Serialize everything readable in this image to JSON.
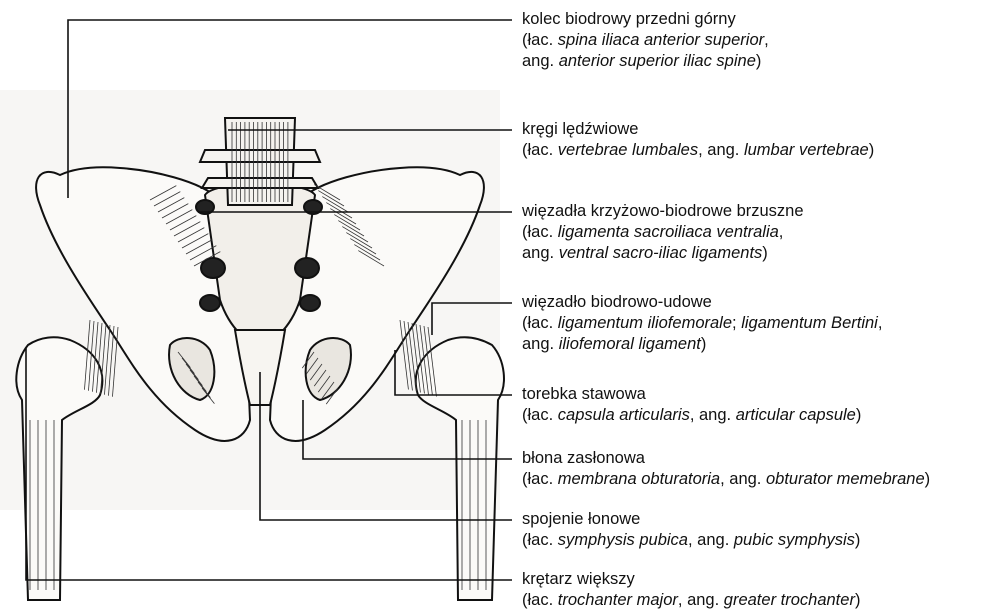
{
  "labels": [
    {
      "id": "asis",
      "polish": "kolec biodrowy przedni górny",
      "lat_prefix": "(łac. ",
      "latin": "spina iliaca anterior superior",
      "eng_line2_prefix": "ang. ",
      "english": "anterior superior iliac spine",
      "suffix": ")"
    },
    {
      "id": "lumbar",
      "polish": "kręgi lędźwiowe",
      "lat_prefix": "(łac. ",
      "latin": "vertebrae lumbales",
      "mid": ", ang. ",
      "english": "lumbar vertebrae",
      "suffix": ")"
    },
    {
      "id": "sacroiliac",
      "polish": "więzadła krzyżowo-biodrowe brzuszne",
      "lat_prefix": "(łac. ",
      "latin": "ligamenta sacroiliaca ventralia",
      "line2_sep": ",",
      "eng_line2_prefix": "ang. ",
      "english": "ventral sacro-iliac ligaments",
      "suffix": ")"
    },
    {
      "id": "iliofemoral",
      "polish": "więzadło biodrowo-udowe",
      "lat_prefix": "(łac. ",
      "latin": "ligamentum iliofemorale",
      "latin_sep": "; ",
      "latin2": "ligamentum Bertini",
      "line2_sep": ",",
      "eng_line2_prefix": "ang. ",
      "english": "iliofemoral ligament",
      "suffix": ")"
    },
    {
      "id": "capsule",
      "polish": "torebka stawowa",
      "lat_prefix": "(łac. ",
      "latin": "capsula articularis",
      "mid": ", ang. ",
      "english": "articular capsule",
      "suffix": ")"
    },
    {
      "id": "obturator",
      "polish": "błona zasłonowa",
      "lat_prefix": "(łac. ",
      "latin": "membrana obturatoria",
      "mid": ", ang. ",
      "english": "obturator memebrane",
      "suffix": ")"
    },
    {
      "id": "symphysis",
      "polish": "spojenie łonowe",
      "lat_prefix": "(łac. ",
      "latin": "symphysis pubica",
      "mid": ", ang. ",
      "english": "pubic symphysis",
      "suffix": ")"
    },
    {
      "id": "trochanter",
      "polish": "krętarz większy",
      "lat_prefix": "(łac. ",
      "latin": "trochanter major",
      "mid": ", ang. ",
      "english": "greater trochanter",
      "suffix": ")"
    }
  ],
  "colors": {
    "line": "#111111",
    "bone": "#f4f1ec",
    "shade": "#2a2a2a"
  }
}
